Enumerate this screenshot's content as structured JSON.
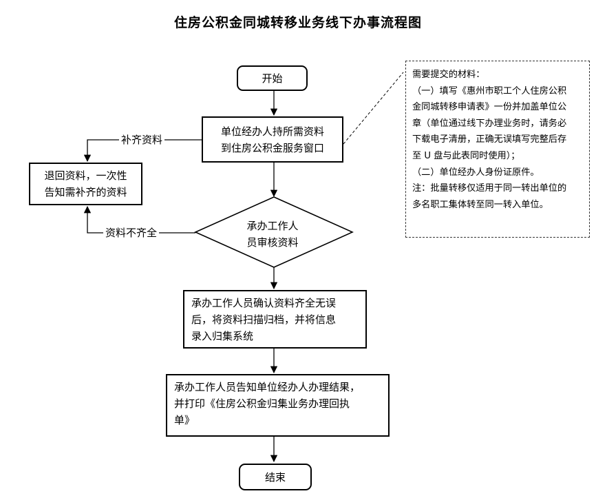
{
  "title": "住房公积金同城转移业务线下办事流程图",
  "flow": {
    "start": "开始",
    "step1": "单位经办人持所需资料\n到住房公积金服务窗口",
    "return_box": "退回资料，一次性\n告知需补齐的资料",
    "supplement_label": "补齐资料",
    "review": "承办工作人\n员审核资料",
    "incomplete_label": "资料不齐全",
    "confirm": "承办工作人员确认资料齐全无误\n后，将资料扫描归档，并将信息\n录入归集系统",
    "notify": "承办工作人员告知单位经办人办理结果，\n并打印《住房公积金归集业务办理回执\n单》",
    "end": "结束"
  },
  "note": {
    "lines": [
      "需要提交的材料：",
      "（一）填写《惠州市职工个人住房公积",
      "金同城转移申请表》一份并加盖单位公",
      "章（单位通过线下办理业务时，请务必",
      "下载电子清册，正确无误填写完整后存",
      "至 U 盘与此表同时使用）；",
      "（二）单位经办人身份证原件。",
      "注：批量转移仅适用于同一转出单位的",
      "多名职工集体转至同一转入单位。"
    ]
  }
}
